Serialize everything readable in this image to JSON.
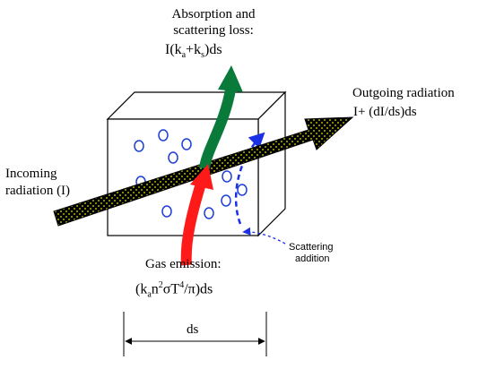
{
  "labels": {
    "absorption_title_1": "Absorption and",
    "absorption_title_2": "scattering loss:",
    "absorption_formula": "I(k_a+k_s)ds",
    "outgoing_title": "Outgoing radiation",
    "outgoing_formula": "I+ (dI/ds)ds",
    "incoming_1": "Incoming",
    "incoming_2": "radiation (I)",
    "scattering_1": "Scattering",
    "scattering_2": "addition",
    "gas_title": "Gas emission:",
    "gas_formula": "(k_a n²σT⁴/π)ds",
    "dimension": "ds"
  },
  "colors": {
    "box_outline": "#000000",
    "bubble": "#1f3fd6",
    "main_arrow_fill": "#000000",
    "main_arrow_dots": "#e6e600",
    "absorption_arrow": "#0a7a3a",
    "emission_arrow": "#ff1a1a",
    "scattering_arrow": "#1a2fe6"
  }
}
